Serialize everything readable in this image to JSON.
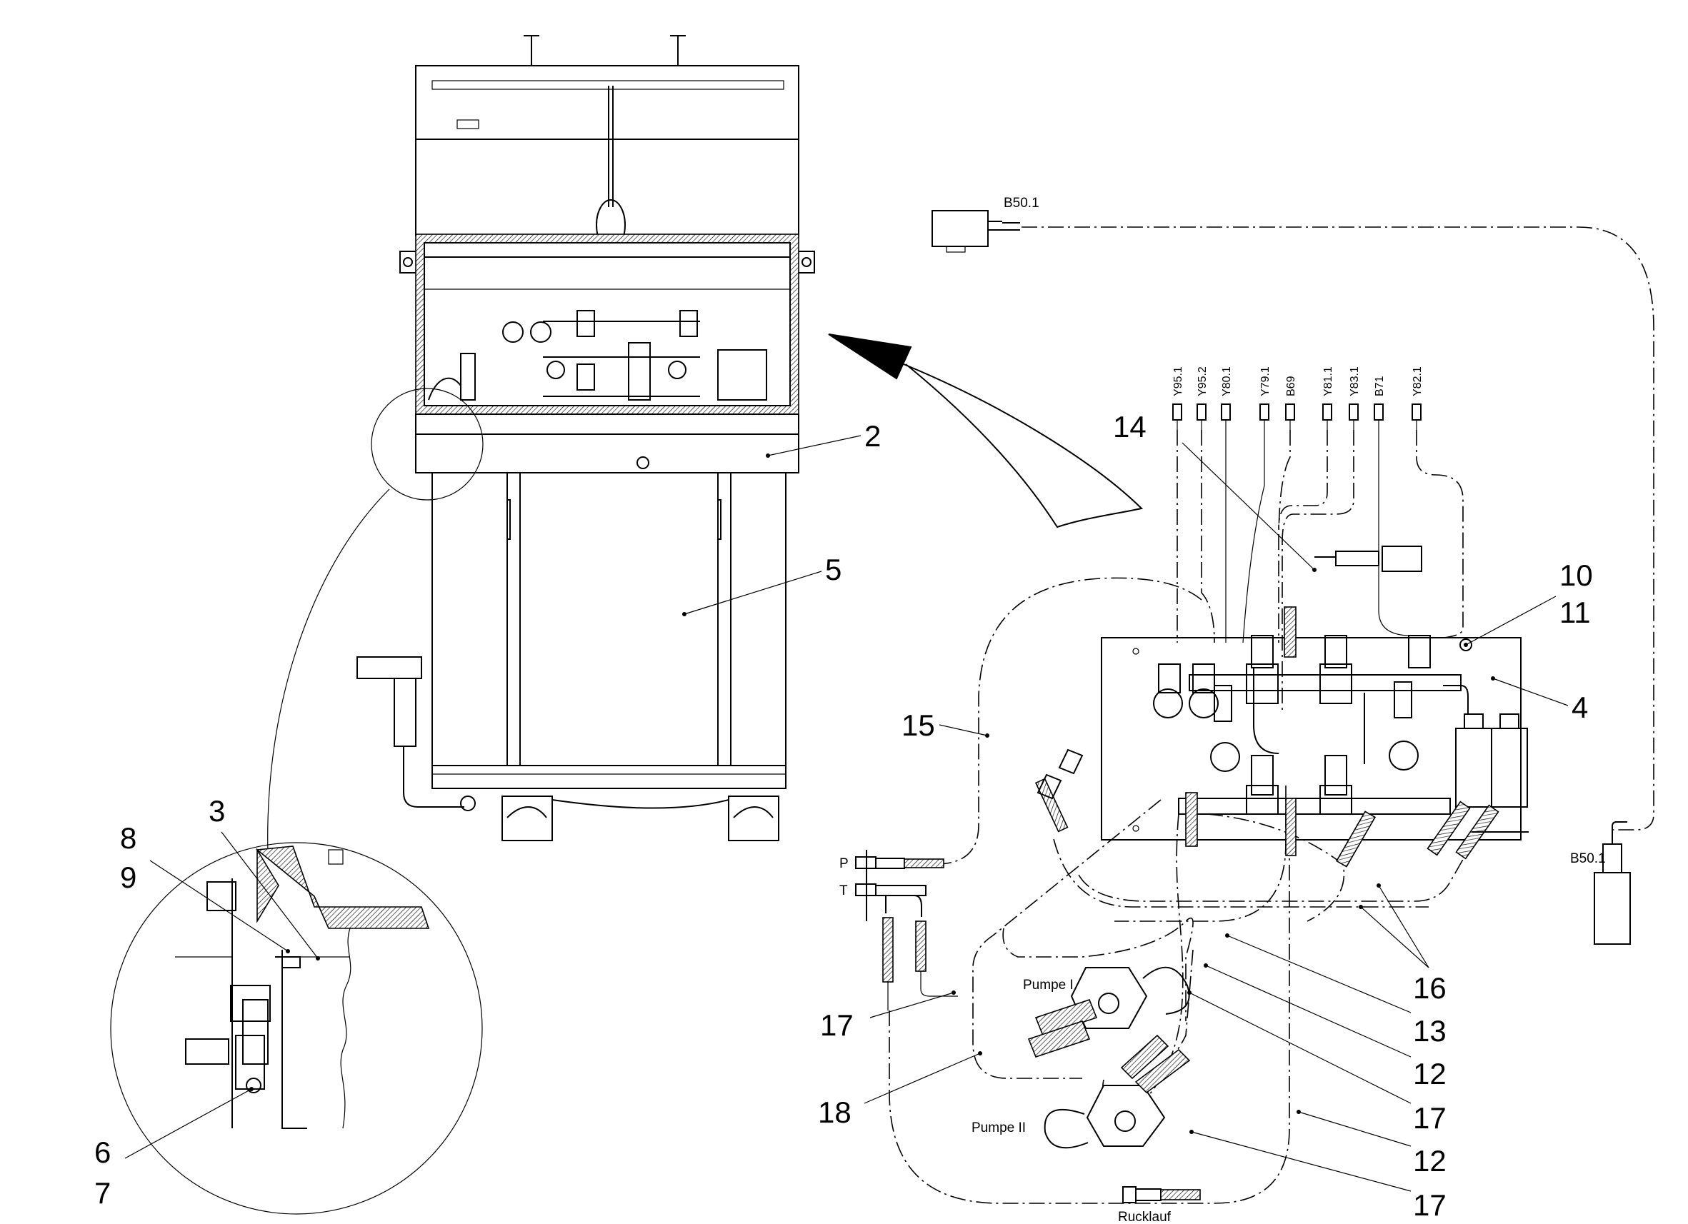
{
  "callouts": {
    "c2": "2",
    "c3": "3",
    "c4": "4",
    "c5": "5",
    "c6": "6",
    "c7": "7",
    "c8": "8",
    "c9": "9",
    "c10": "10",
    "c11": "11",
    "c12a": "12",
    "c12b": "12",
    "c13": "13",
    "c14": "14",
    "c15": "15",
    "c16": "16",
    "c17a": "17",
    "c17b": "17",
    "c17c": "17",
    "c18": "18"
  },
  "labels": {
    "sensor_top": "B50.1",
    "sensor_right": "B50.1",
    "port_p": "P",
    "port_t": "T",
    "pump1": "Pumpe I",
    "pump2": "Pumpe II",
    "return": "Rucklauf"
  },
  "connectors": [
    "Y95.1",
    "Y95.2",
    "Y80.1",
    "Y79.1",
    "B69",
    "Y81.1",
    "Y83.1",
    "B71",
    "Y82.1"
  ]
}
